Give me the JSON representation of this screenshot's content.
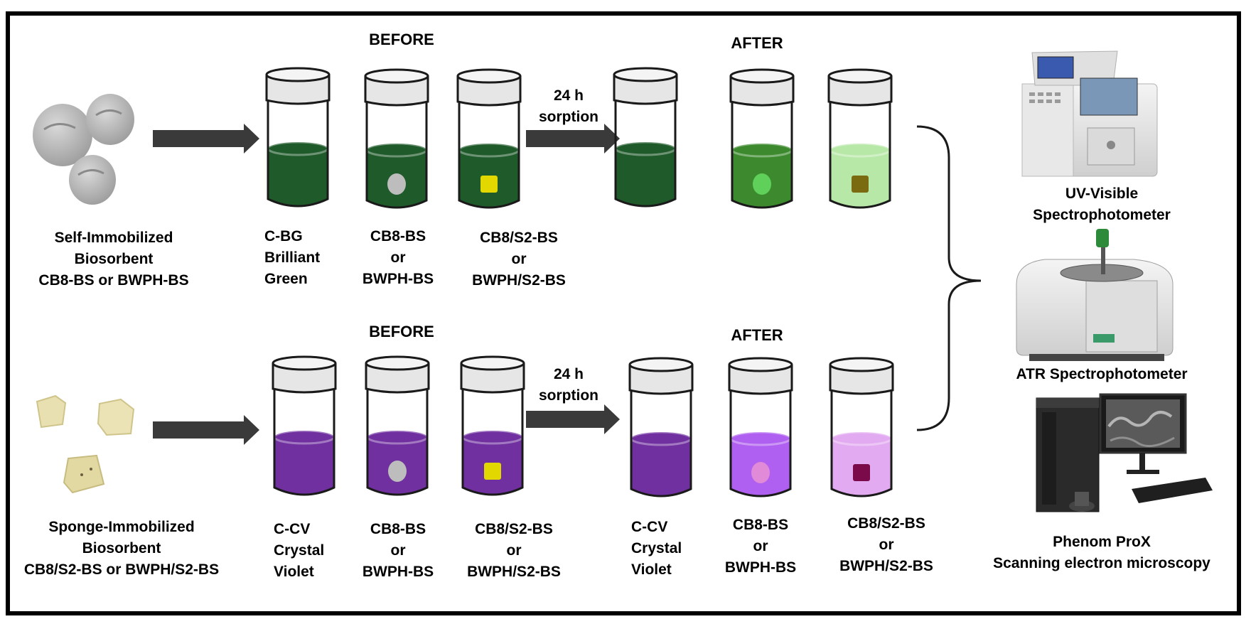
{
  "colors": {
    "bg_green": "#1f5a2a",
    "bg_green_after_mid": "#3d8a2e",
    "bg_green_after_light": "#b8e8a8",
    "cv_purple": "#7030a0",
    "cv_purple_after_mid": "#b060f0",
    "cv_purple_after_light": "#e2aaf0",
    "arrow": "#3a3a3a",
    "cap": "#e6e6e6",
    "outline": "#1a1a1a",
    "disc_grey": "#bdbdbd",
    "square_yellow": "#e2d800"
  },
  "icons": {
    "self_beads": "grey-biosorbent-bead-icon",
    "sponge_cubes": "sponge-cube-icon",
    "uv_instrument": "uv-visible-spectrophotometer-icon",
    "atr_instrument": "atr-spectrophotometer-icon",
    "sem_instrument": "scanning-electron-microscope-icon"
  },
  "top": {
    "before_title": "BEFORE",
    "after_title": "AFTER",
    "sorption_line1": "24 h",
    "sorption_line2": "sorption",
    "source_label": [
      "Self-Immobilized",
      "Biosorbent",
      "CB8-BS or BWPH-BS"
    ],
    "vial_labels": {
      "control": [
        "C-BG",
        "Brilliant",
        "Green"
      ],
      "cb8": [
        "CB8-BS",
        "or",
        "BWPH-BS"
      ],
      "cb8s2": [
        "CB8/S2-BS",
        "or",
        "BWPH/S2-BS"
      ]
    }
  },
  "bottom": {
    "before_title": "BEFORE",
    "after_title": "AFTER",
    "sorption_line1": "24 h",
    "sorption_line2": "sorption",
    "source_label": [
      "Sponge-Immobilized",
      "Biosorbent",
      "CB8/S2-BS or BWPH/S2-BS"
    ],
    "vial_labels": {
      "control": [
        "C-CV",
        "Crystal",
        "Violet"
      ],
      "cb8": [
        "CB8-BS",
        "or",
        "BWPH-BS"
      ],
      "cb8s2": [
        "CB8/S2-BS",
        "or",
        "BWPH/S2-BS"
      ]
    },
    "after_vial_labels": {
      "control": [
        "C-CV",
        "Crystal",
        "Violet"
      ],
      "cb8": [
        "CB8-BS",
        "or",
        "BWPH-BS"
      ],
      "cb8s2": [
        "CB8/S2-BS",
        "or",
        "BWPH/S2-BS"
      ]
    }
  },
  "instruments": {
    "uv": [
      "UV-Visible",
      "Spectrophotometer"
    ],
    "atr": "ATR Spectrophotometer",
    "sem": [
      "Phenom ProX",
      "Scanning electron microscopy"
    ]
  }
}
